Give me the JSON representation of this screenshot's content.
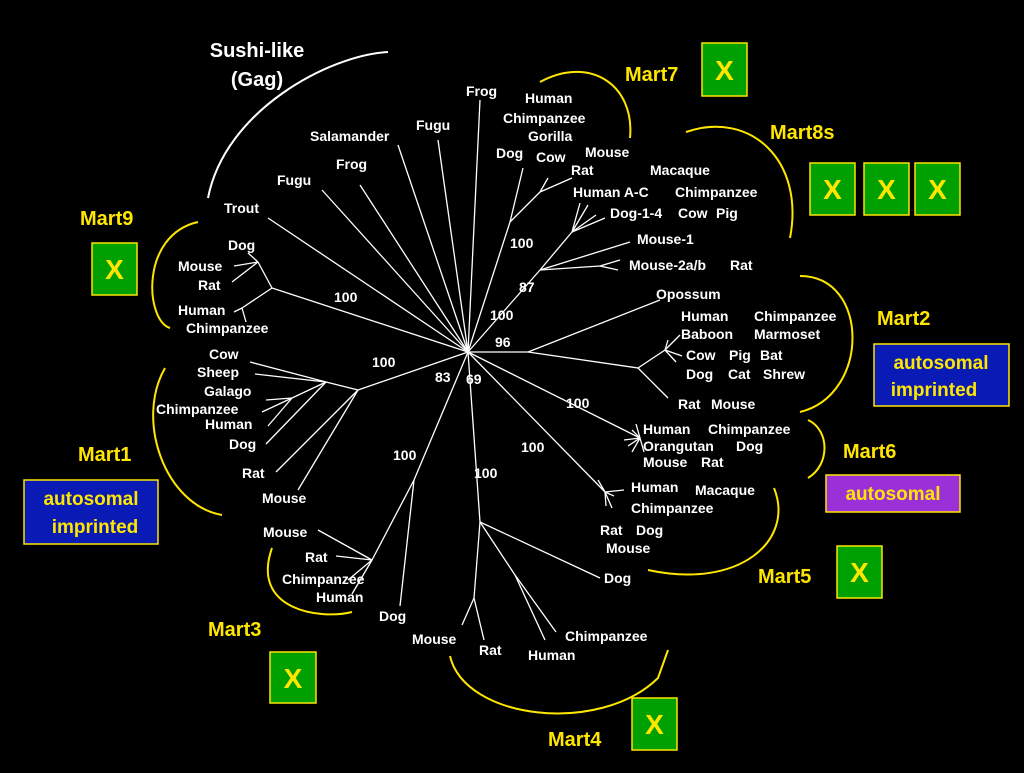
{
  "gag_label": {
    "line1": "Sushi-like",
    "line2": "(Gag)"
  },
  "clade_labels": {
    "mart1": "Mart1",
    "mart2": "Mart2",
    "mart3": "Mart3",
    "mart4": "Mart4",
    "mart5": "Mart5",
    "mart6": "Mart6",
    "mart7": "Mart7",
    "mart8s": "Mart8s",
    "mart9": "Mart9"
  },
  "x_mark": "X",
  "annotations": {
    "mart1_box": {
      "line1": "autosomal",
      "line2": "imprinted",
      "bg": "#0a1ab4"
    },
    "mart2_box": {
      "line1": "autosomal",
      "line2": "imprinted",
      "bg": "#0a1ab4"
    },
    "mart6_box": {
      "line1": "autosomal",
      "bg": "#9b30d9"
    }
  },
  "colors": {
    "background": "#000000",
    "accent": "#ffe600",
    "x_box": "#00a000",
    "branch": "#ffffff"
  },
  "bootstrap": [
    "100",
    "100",
    "87",
    "100",
    "96",
    "100",
    "83",
    "69",
    "100",
    "100",
    "100",
    "100"
  ],
  "leaves": {
    "gag": [
      "Frog",
      "Fugu",
      "Salamander",
      "Frog",
      "Fugu",
      "Trout"
    ],
    "mart7": [
      "Human",
      "Chimpanzee",
      "Gorilla",
      "Dog",
      "Cow",
      "Mouse",
      "Rat"
    ],
    "mart8s": [
      "Macaque",
      "Human A-C",
      "Chimpanzee",
      "Dog-1-4",
      "Cow",
      "Pig",
      "Mouse-1",
      "Mouse-2a/b",
      "Rat"
    ],
    "mart9": [
      "Dog",
      "Mouse",
      "Rat",
      "Human",
      "Chimpanzee"
    ],
    "mart2": [
      "Opossum",
      "Human",
      "Chimpanzee",
      "Baboon",
      "Marmoset",
      "Cow",
      "Pig",
      "Bat",
      "Dog",
      "Cat",
      "Shrew",
      "Rat",
      "Mouse"
    ],
    "mart1": [
      "Cow",
      "Sheep",
      "Galago",
      "Chimpanzee",
      "Human",
      "Dog",
      "Rat",
      "Mouse"
    ],
    "mart6": [
      "Human",
      "Chimpanzee",
      "Orangutan",
      "Dog",
      "Mouse",
      "Rat"
    ],
    "mart5": [
      "Human",
      "Macaque",
      "Chimpanzee",
      "Rat",
      "Dog",
      "Mouse",
      "Dog"
    ],
    "mart3": [
      "Mouse",
      "Rat",
      "Chimpanzee",
      "Human",
      "Dog"
    ],
    "mart4": [
      "Mouse",
      "Rat",
      "Chimpanzee",
      "Human"
    ]
  }
}
